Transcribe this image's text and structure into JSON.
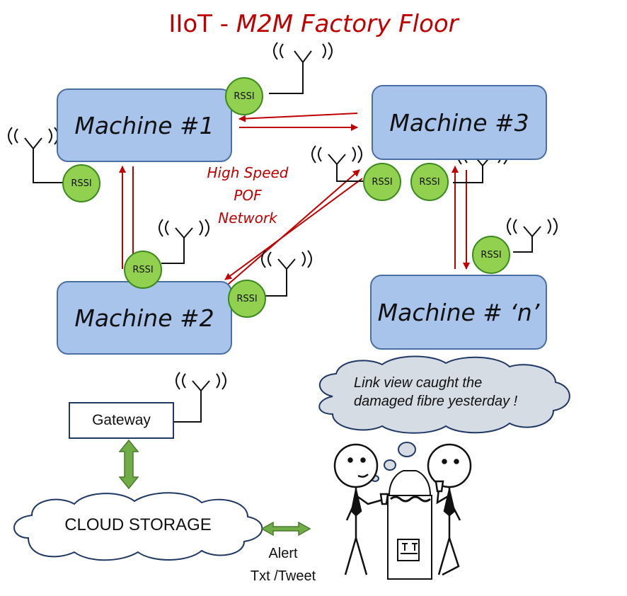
{
  "title": {
    "prefix": "IIoT - ",
    "emphasis": "M2M Factory Floor"
  },
  "machines": [
    {
      "label": "Machine #1"
    },
    {
      "label": "Machine #3"
    },
    {
      "label": "Machine #2"
    },
    {
      "label": "Machine # ‘n’"
    }
  ],
  "rssi_label": "RSSI",
  "network_label": {
    "line1": "High Speed",
    "line2": "POF",
    "line3": "Network"
  },
  "gateway": {
    "label": "Gateway"
  },
  "cloud": {
    "label": "CLOUD STORAGE"
  },
  "alert": {
    "line1": "Alert",
    "line2": "Txt /Tweet"
  },
  "thought": {
    "line1": "Link view caught the",
    "line2": "damaged fibre yesterday !"
  },
  "colors": {
    "link_arrow": "#c00000",
    "rssi_fill": "#92d050",
    "machine_fill": "#a9c4eb",
    "sync_arrow": "#70ad47"
  }
}
